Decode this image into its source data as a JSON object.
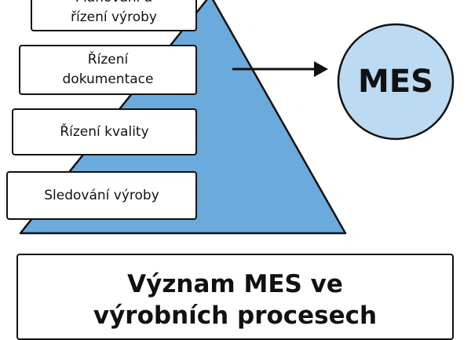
{
  "colors": {
    "pyramid_fill": "#6aaadc",
    "mes_circle_fill": "#bcdaf2",
    "stroke": "#111111",
    "box_fill": "#ffffff"
  },
  "pyramid_levels": [
    {
      "label": "Plánování a\nřízení výroby"
    },
    {
      "label": "Řízení\ndokumentace"
    },
    {
      "label": "Řízení kvality"
    },
    {
      "label": "Sledování výroby"
    }
  ],
  "mes": {
    "label": "MES"
  },
  "title": {
    "text": "Význam MES ve\nvýrobních procesech"
  }
}
